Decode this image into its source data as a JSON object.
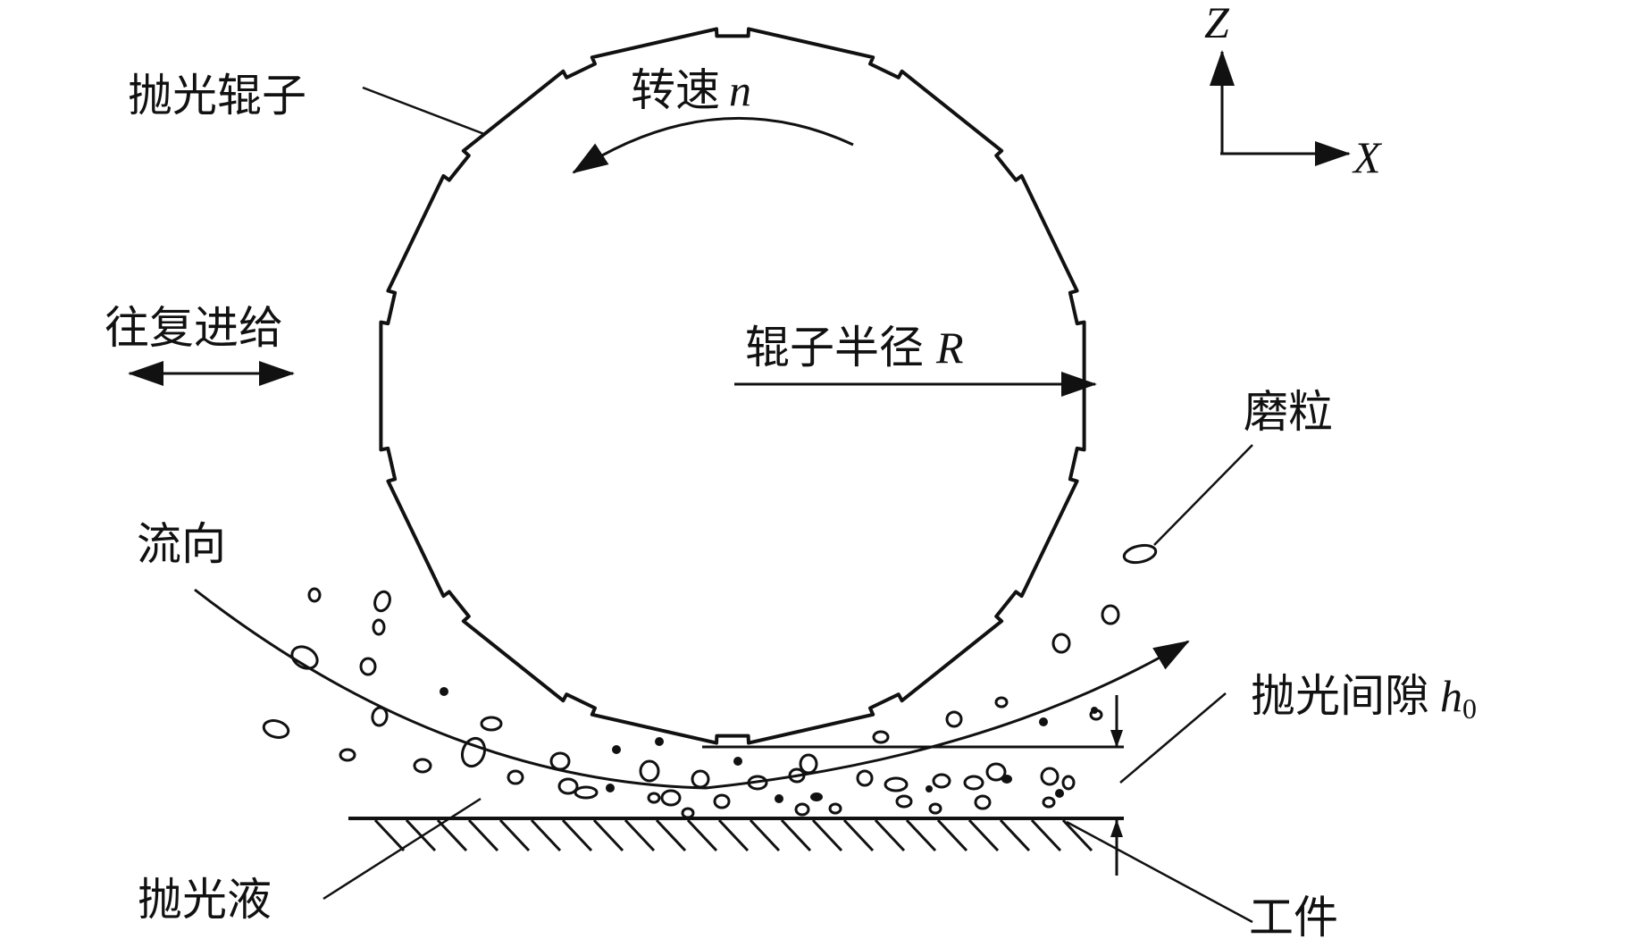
{
  "labels": {
    "roller": "抛光辊子",
    "speed": "转速",
    "speed_symbol": "n",
    "feed": "往复进给",
    "radius": "辊子半径",
    "radius_symbol": "R",
    "abrasive": "磨粒",
    "flow": "流向",
    "gap": "抛光间隙",
    "gap_symbol": "h",
    "gap_subscript": "0",
    "fluid": "抛光液",
    "workpiece": "工件"
  },
  "axes": {
    "z_label": "Z",
    "x_label": "X"
  },
  "colors": {
    "ink": "#111111",
    "background": "#ffffff"
  }
}
